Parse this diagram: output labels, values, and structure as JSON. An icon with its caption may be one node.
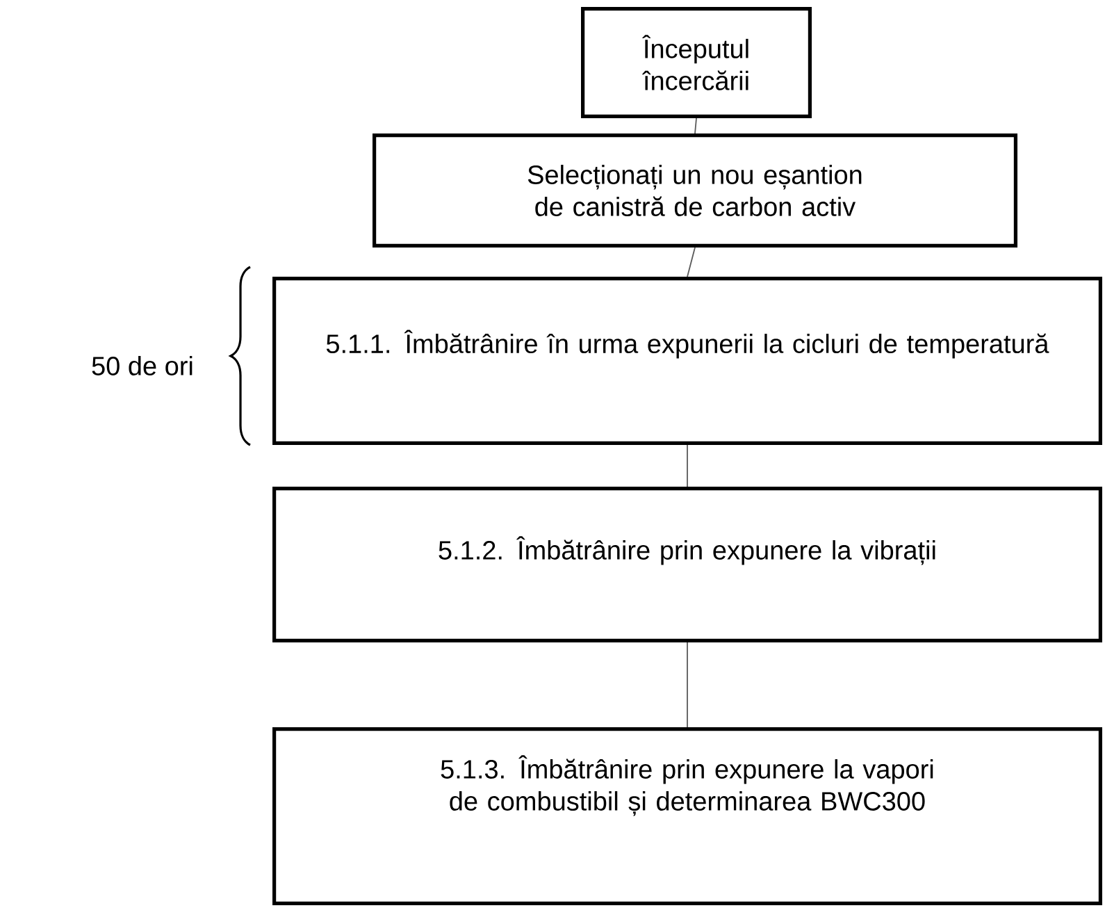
{
  "diagram": {
    "nodes": [
      {
        "text": [
          "Începutul încercării"
        ]
      },
      {
        "text": [
          "Selecționați un nou eșantion de canistră de carbon activ"
        ]
      },
      {
        "text": [
          "5.1.1. Îmbătrânire în urma expunerii la cicluri de temperatură"
        ]
      },
      {
        "text": [
          "5.1.2. Îmbătrânire prin expunere la vibrații"
        ]
      },
      {
        "text": [
          "5.1.3. Îmbătrânire prin expunere la vapori de combustibil și determinarea BWC300"
        ]
      }
    ],
    "edges": [
      {
        "from": 0,
        "to": 1,
        "arrow": "none"
      },
      {
        "from": 1,
        "to": 2,
        "arrow": "none"
      },
      {
        "from": 2,
        "to": 3,
        "arrow": "none"
      },
      {
        "from": 3,
        "to": 4,
        "arrow": "none"
      }
    ],
    "labels": [
      "50 de ori"
    ]
  }
}
